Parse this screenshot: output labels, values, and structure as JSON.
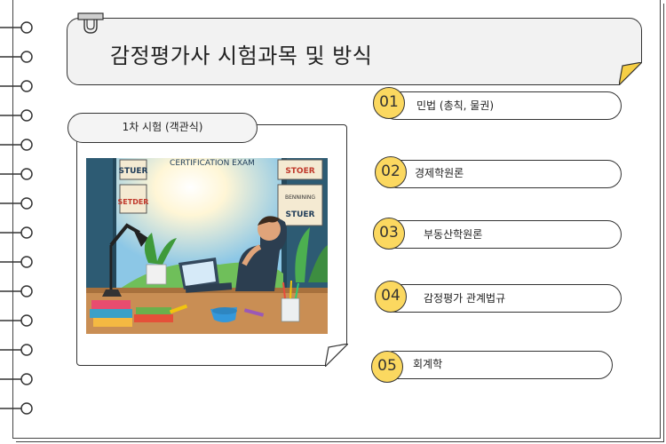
{
  "title": "감정평가사 시험과목 및 방식",
  "exam_tab": "1차 시험 (객관식)",
  "photo_texts": {
    "banner": "CERTIFICATION EXAM",
    "poster_left_top": "STUER",
    "poster_left_bottom": "SETDER",
    "poster_right_top": "STOER",
    "poster_right_mid": "BENNINING",
    "poster_right_bottom": "STUER"
  },
  "subjects": [
    {
      "num": "01",
      "label": "민법 (총칙, 물권)"
    },
    {
      "num": "02",
      "label": "경제학원론"
    },
    {
      "num": "03",
      "label": "부동산학원론"
    },
    {
      "num": "04",
      "label": "감정평가 관계법규"
    },
    {
      "num": "05",
      "label": "회계학"
    }
  ],
  "colors": {
    "badge": "#fbd860",
    "title_card": "#f2f2f2",
    "outline": "#333333"
  }
}
